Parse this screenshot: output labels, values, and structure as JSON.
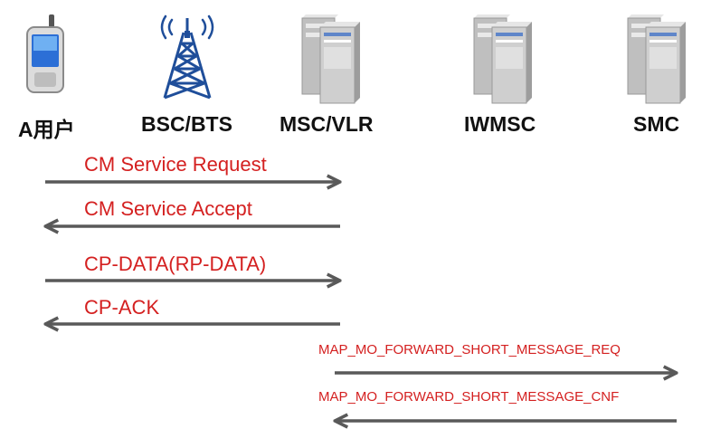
{
  "entities": [
    {
      "id": "a",
      "label": "A用户",
      "icon": "mobile-phone-icon"
    },
    {
      "id": "bsc",
      "label": "BSC/BTS",
      "icon": "antenna-tower-icon"
    },
    {
      "id": "msc",
      "label": "MSC/VLR",
      "icon": "server-icon"
    },
    {
      "id": "iwmsc",
      "label": "IWMSC",
      "icon": "server-icon"
    },
    {
      "id": "smc",
      "label": "SMC",
      "icon": "server-icon"
    }
  ],
  "messages": [
    {
      "label": "CM Service Request",
      "from": "A用户",
      "to": "MSC/VLR",
      "direction": "right"
    },
    {
      "label": "CM Service Accept",
      "from": "MSC/VLR",
      "to": "A用户",
      "direction": "left"
    },
    {
      "label": "CP-DATA(RP-DATA)",
      "from": "A用户",
      "to": "MSC/VLR",
      "direction": "right"
    },
    {
      "label": "CP-ACK",
      "from": "MSC/VLR",
      "to": "A用户",
      "direction": "left"
    },
    {
      "label": "MAP_MO_FORWARD_SHORT_MESSAGE_REQ",
      "from": "MSC/VLR",
      "to": "SMC",
      "direction": "right"
    },
    {
      "label": "MAP_MO_FORWARD_SHORT_MESSAGE_CNF",
      "from": "SMC",
      "to": "MSC/VLR",
      "direction": "left"
    }
  ],
  "colors": {
    "message_text": "#d42020",
    "arrow": "#595959",
    "label_text": "#111111",
    "tower": "#1f4e9a"
  }
}
